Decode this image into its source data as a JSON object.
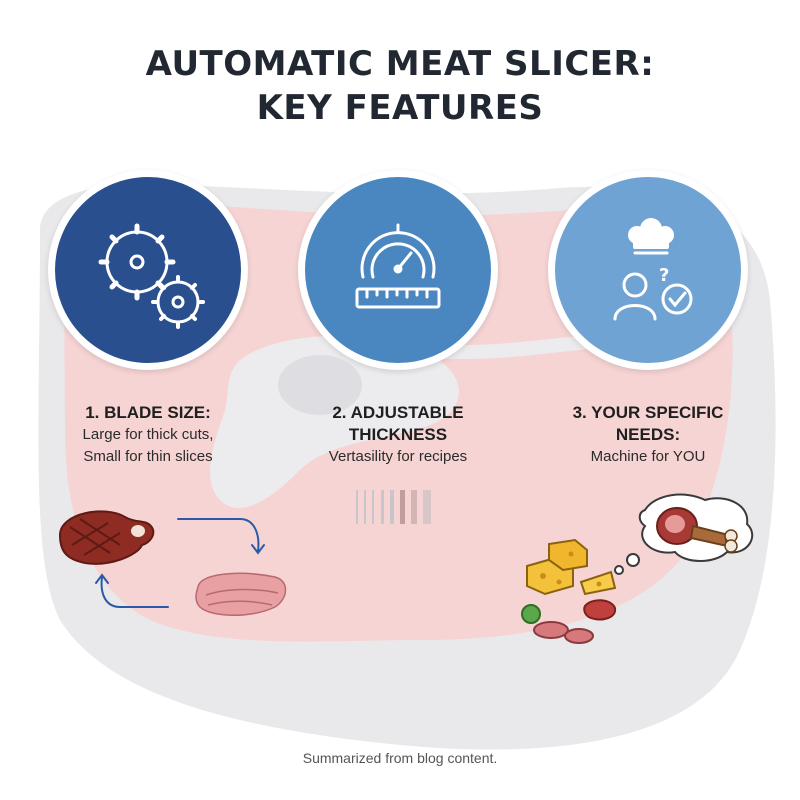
{
  "title": {
    "line1": "AUTOMATIC MEAT SLICER:",
    "line2": "KEY FEATURES"
  },
  "colors": {
    "title": "#222831",
    "circle1": "#2a4f8f",
    "circle2": "#4a86c0",
    "circle3": "#6ea3d3",
    "meat_background": "#f5d3d3",
    "fat_background": "#e8e8ea"
  },
  "features": [
    {
      "heading": "1. BLADE SIZE:",
      "lines": [
        "Large for thick cuts,",
        "Small for thin slices"
      ],
      "icon": "gears-icon"
    },
    {
      "heading_lines": [
        "2. ADJUSTABLE",
        "THICKNESS"
      ],
      "lines": [
        "Vertasility for recipes"
      ],
      "icon": "gauge-ruler-icon"
    },
    {
      "heading_lines": [
        "3. YOUR SPECIFIC",
        "NEEDS:"
      ],
      "lines": [
        "Machine for YOU"
      ],
      "icon": "chef-user-check-icon"
    }
  ],
  "footer": "Summarized from blog content."
}
